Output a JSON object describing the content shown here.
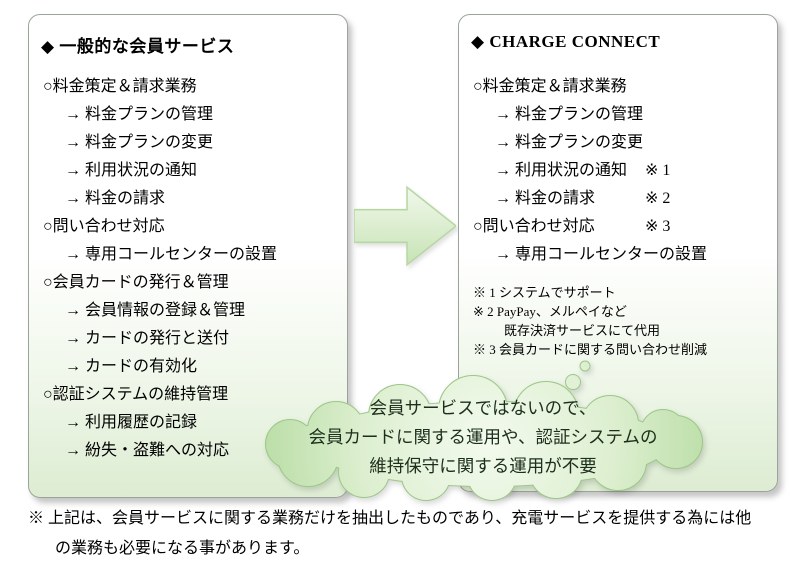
{
  "left_box": {
    "title": "◆ 一般的な会員サービス",
    "items": [
      {
        "text": "○料金策定＆請求業務",
        "level": 0
      },
      {
        "text": "→ 料金プランの管理",
        "level": 1
      },
      {
        "text": "→ 料金プランの変更",
        "level": 1
      },
      {
        "text": "→ 利用状況の通知",
        "level": 1
      },
      {
        "text": "→ 料金の請求",
        "level": 1
      },
      {
        "text": "○問い合わせ対応",
        "level": 0
      },
      {
        "text": "→ 専用コールセンターの設置",
        "level": 1
      },
      {
        "text": "○会員カードの発行＆管理",
        "level": 0
      },
      {
        "text": "→ 会員情報の登録＆管理",
        "level": 1
      },
      {
        "text": "→ カードの発行と送付",
        "level": 1
      },
      {
        "text": "→ カードの有効化",
        "level": 1
      },
      {
        "text": "○認証システムの維持管理",
        "level": 0
      },
      {
        "text": "→ 利用履歴の記録",
        "level": 1
      },
      {
        "text": "→ 紛失・盗難への対応",
        "level": 1
      }
    ]
  },
  "right_box": {
    "title": "◆ CHARGE CONNECT",
    "items": [
      {
        "text": "○料金策定＆請求業務",
        "level": 0,
        "mark": ""
      },
      {
        "text": "→ 料金プランの管理",
        "level": 1,
        "mark": ""
      },
      {
        "text": "→ 料金プランの変更",
        "level": 1,
        "mark": ""
      },
      {
        "text": "→ 利用状況の通知",
        "level": 1,
        "mark": "※ 1"
      },
      {
        "text": "→ 料金の請求",
        "level": 1,
        "mark": "※ 2"
      },
      {
        "text": "○問い合わせ対応",
        "level": 0,
        "mark": "※ 3"
      },
      {
        "text": "→ 専用コールセンターの設置",
        "level": 1,
        "mark": ""
      }
    ],
    "notes": [
      "※ 1 システムでサポート",
      "※ 2 PayPay、メルペイなど",
      "既存決済サービスにて代用",
      "※ 3 会員カードに関する問い合わせ削減"
    ]
  },
  "bubble": {
    "lines": [
      "会員サービスではないので、",
      "会員カードに関する運用や、認証システムの",
      "維持保守に関する運用が不要"
    ],
    "fill_edge": "#b9dda5",
    "fill_center": "#f3faee"
  },
  "arrow": {
    "fill_top": "#f0f8ea",
    "fill_bottom": "#c7e3b5"
  },
  "footer": {
    "line1": "※ 上記は、会員サービスに関する業務だけを抽出したものであり、充電サービスを提供する為には他",
    "line2": "の業務も必要になる事があります。"
  }
}
